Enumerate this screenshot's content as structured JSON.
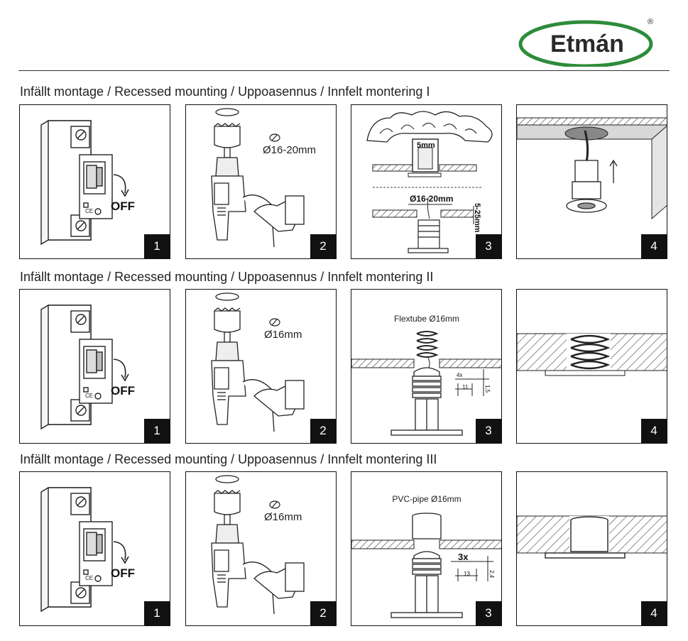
{
  "brand": {
    "name": "Etmán",
    "registered": "®"
  },
  "sections": [
    {
      "title": "Infällt montage / Recessed mounting / Uppoasennus / Innfelt montering I",
      "steps": [
        {
          "number": "1",
          "label": "OFF"
        },
        {
          "number": "2",
          "hole": "Ø16-20mm"
        },
        {
          "number": "3",
          "depth": "5mm",
          "hole": "Ø16-20mm",
          "thickness": "5-25mm"
        },
        {
          "number": "4"
        }
      ]
    },
    {
      "title": "Infällt montage / Recessed mounting / Uppoasennus / Innfelt montering II",
      "steps": [
        {
          "number": "1",
          "label": "OFF"
        },
        {
          "number": "2",
          "hole": "Ø16mm"
        },
        {
          "number": "3",
          "tube": "Flextube Ø16mm",
          "count": "4x",
          "width": "11",
          "height": "1,5"
        },
        {
          "number": "4"
        }
      ]
    },
    {
      "title": "Infällt montage / Recessed mounting / Uppoasennus / Innfelt montering III",
      "steps": [
        {
          "number": "1",
          "label": "OFF"
        },
        {
          "number": "2",
          "hole": "Ø16mm"
        },
        {
          "number": "3",
          "tube": "PVC-pipe Ø16mm",
          "count": "3x",
          "width": "13",
          "height": "2,4"
        },
        {
          "number": "4"
        }
      ]
    }
  ]
}
